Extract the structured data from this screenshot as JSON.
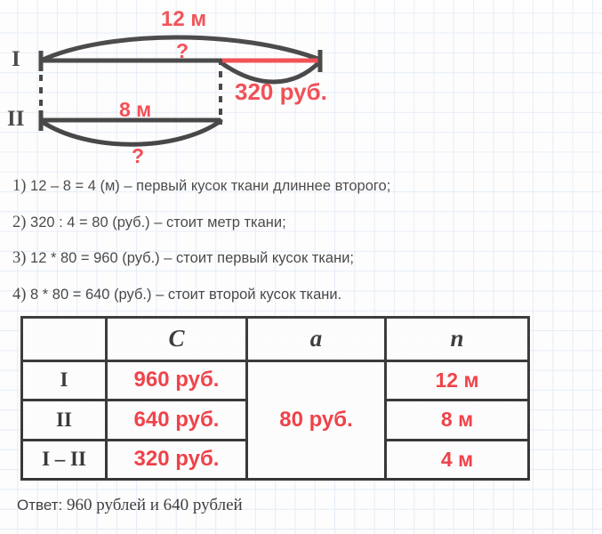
{
  "colors": {
    "red": "#ED1C24",
    "ink": "#141414",
    "grid": "#dfe8f5"
  },
  "diagram": {
    "bar1_label": "I",
    "bar2_label": "II",
    "top_length": "12 м",
    "top_unknown": "?",
    "bottom_length": "8 м",
    "bottom_unknown": "?",
    "difference_cost": "320 руб."
  },
  "solution": {
    "steps": [
      {
        "num": "1)",
        "text": "12 – 8 = 4 (м) – первый кусок ткани длиннее второго;"
      },
      {
        "num": "2)",
        "text": "320 : 4 = 80 (руб.) – стоит метр ткани;"
      },
      {
        "num": "3)",
        "text": "12 * 80 = 960 (руб.) – стоит первый кусок ткани;"
      },
      {
        "num": "4)",
        "text": "8 * 80 = 640 (руб.) – стоит второй кусок ткани."
      }
    ]
  },
  "table": {
    "headers": {
      "corner": "",
      "cost": "C",
      "unit_price": "a",
      "quantity": "n"
    },
    "rows": [
      {
        "label": "I",
        "cost": "960 руб.",
        "quantity": "12 м"
      },
      {
        "label": "II",
        "cost": "640 руб.",
        "quantity": "8 м"
      },
      {
        "label": "I – II",
        "cost": "320 руб.",
        "quantity": "4 м"
      }
    ],
    "merged_unit_price": "80 руб."
  },
  "answer": {
    "prefix": "Ответ:",
    "value": "960 рублей и 640 рублей",
    "full": "Ответ: 960 рублей и 640 рублей"
  }
}
